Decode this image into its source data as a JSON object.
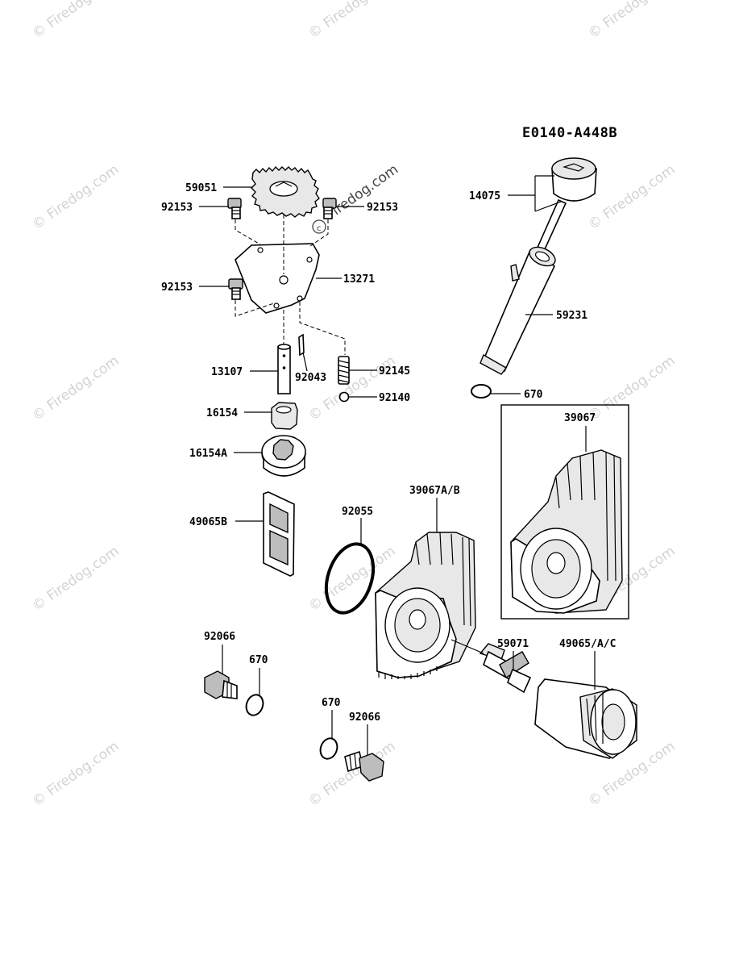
{
  "diagram_code": "E0140-A448B",
  "watermark": "© Firedog.com",
  "watermark_main": "Firedog.com",
  "parts": {
    "p59051": "59051",
    "p92153_left_top": "92153",
    "p92153_right_top": "92153",
    "p92153_left_mid": "92153",
    "p13271": "13271",
    "p13107": "13107",
    "p92043": "92043",
    "p92145": "92145",
    "p92140": "92140",
    "p16154": "16154",
    "p16154A": "16154A",
    "p49065B": "49065B",
    "p92055": "92055",
    "p39067AB": "39067A/B",
    "p39067": "39067",
    "p14075": "14075",
    "p59231": "59231",
    "p670_top": "670",
    "p59071": "59071",
    "p49065AC": "49065/A/C",
    "p92066_left": "92066",
    "p670_left": "670",
    "p670_bottom": "670",
    "p92066_bottom": "92066"
  }
}
